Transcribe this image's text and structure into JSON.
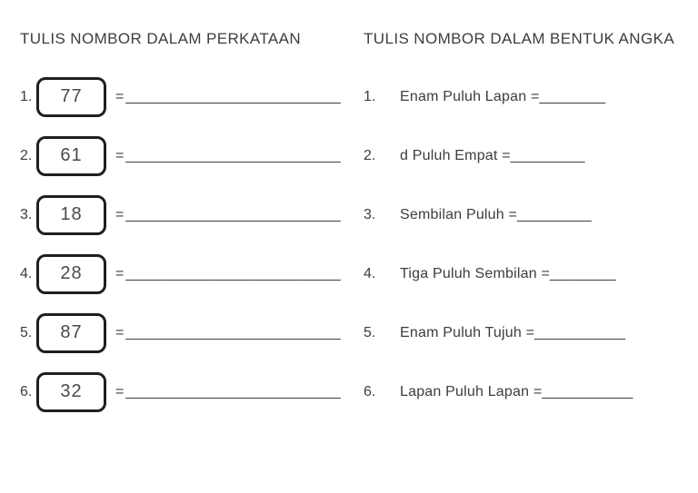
{
  "worksheet": {
    "left_section": {
      "header": "TULIS NOMBOR DALAM PERKATAAN",
      "items": [
        {
          "num": "1.",
          "value": "77",
          "eq": "=",
          "blank": "__________________________"
        },
        {
          "num": "2.",
          "value": "61",
          "eq": "=",
          "blank": "__________________________"
        },
        {
          "num": "3.",
          "value": "18",
          "eq": "=",
          "blank": "__________________________"
        },
        {
          "num": "4.",
          "value": "28",
          "eq": "=",
          "blank": "__________________________"
        },
        {
          "num": "5.",
          "value": "87",
          "eq": "=",
          "blank": "__________________________"
        },
        {
          "num": "6.",
          "value": "32",
          "eq": "=",
          "blank": "__________________________"
        }
      ]
    },
    "right_section": {
      "header": "TULIS NOMBOR DALAM BENTUK ANGKA",
      "items": [
        {
          "num": "1.",
          "label": "Enam Puluh Lapan = ",
          "blank": "________"
        },
        {
          "num": "2.",
          "label": "d Puluh Empat =",
          "blank": "_________"
        },
        {
          "num": "3.",
          "label": "Sembilan Puluh =",
          "blank": "_________"
        },
        {
          "num": "4.",
          "label": "Tiga Puluh Sembilan =",
          "blank": "________"
        },
        {
          "num": "5.",
          "label": "Enam Puluh Tujuh =",
          "blank": "___________"
        },
        {
          "num": "6.",
          "label": "Lapan Puluh Lapan =",
          "blank": "___________"
        }
      ]
    },
    "colors": {
      "text": "#3d3d3d",
      "box_border": "#1f1f1f",
      "background": "#ffffff"
    }
  }
}
